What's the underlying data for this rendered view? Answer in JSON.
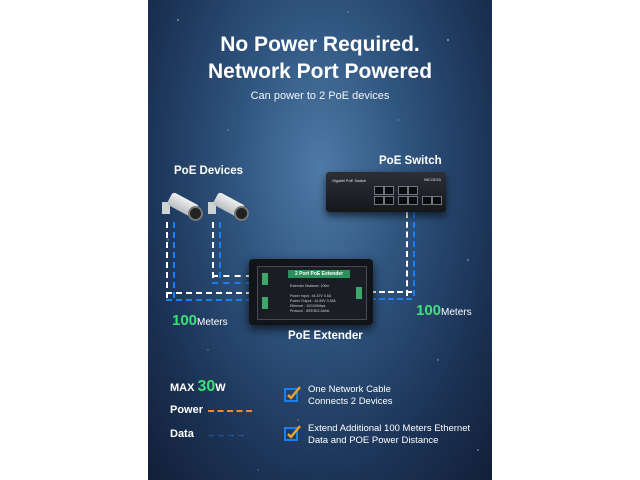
{
  "headline": {
    "line1": "No Power Required.",
    "line2": "Network Port Powered",
    "subtitle": "Can power to 2 PoE devices"
  },
  "labels": {
    "poe_devices": "PoE Devices",
    "poe_switch": "PoE Switch",
    "poe_extender": "PoE Extender"
  },
  "distances": {
    "left_value": "100",
    "left_unit": "Meters",
    "right_value": "100",
    "right_unit": "Meters"
  },
  "switch": {
    "brand_text": "Gigabit PoE Switch",
    "model_text": "NICGIGA"
  },
  "extender": {
    "panel_title": "2 Port PoE Extender",
    "spec_lines": [
      "Extender Distance: 100m",
      "Power Input : 44-57V 0.5A",
      "Power Output : 44-55V 0.35A",
      "Ethernet : 10/100Mbps",
      "Protocol : IEEE802.3af/at"
    ]
  },
  "legend": {
    "max_prefix": "MAX ",
    "max_value": "30",
    "max_unit": "W",
    "power_label": "Power",
    "data_label": "Data",
    "power_color": "#f08a2a",
    "data_color": "#1a7ff0"
  },
  "features": [
    {
      "icon": "checkbox-check-icon",
      "line1": "One Network Cable",
      "line2": "Connects 2 Devices"
    },
    {
      "icon": "checkbox-check-icon",
      "line1": "Extend Additional 100 Meters Ethernet",
      "line2": "Data and POE Power Distance"
    }
  ],
  "colors": {
    "background": "#2f557f",
    "accent_green": "#3ee07a",
    "cable_blue": "#1a7ff0",
    "power_orange": "#f08a2a"
  }
}
